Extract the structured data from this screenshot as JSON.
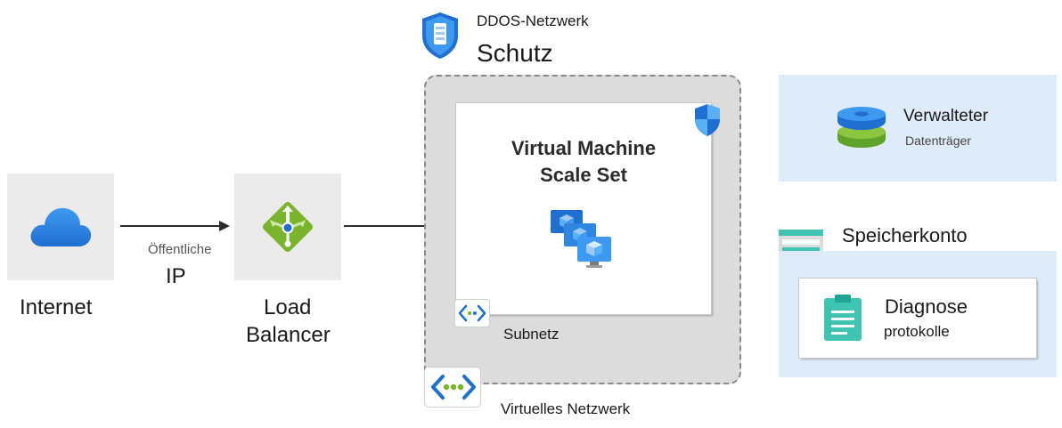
{
  "internet": {
    "label": "Internet",
    "icon": "cloud-icon"
  },
  "public_ip": {
    "line1": "Öffentliche",
    "line2": "IP"
  },
  "load_balancer": {
    "line1": "Load",
    "line2": "Balancer",
    "icon": "load-balancer-icon"
  },
  "ddos": {
    "line1": "DDOS-Netzwerk",
    "line2": "Schutz",
    "icon": "ddos-shield-icon"
  },
  "vmss": {
    "line1": "Virtual Machine",
    "line2": "Scale Set",
    "icon": "virtual-machines-icon"
  },
  "subnet": {
    "label": "Subnetz",
    "icon": "subnet-icon"
  },
  "vnet": {
    "label": "Virtuelles Netzwerk",
    "icon": "virtual-network-icon"
  },
  "managed_disk": {
    "line1": "Verwalteter",
    "line2": "Datenträger",
    "icon": "disk-icon"
  },
  "storage": {
    "label": "Speicherkonto",
    "icon": "storage-account-icon"
  },
  "diagnostics": {
    "line1": "Diagnose",
    "line2": "protokolle",
    "icon": "clipboard-icon"
  },
  "colors": {
    "tile_gray": "#ebebeb",
    "vnet_gray": "#dcdcdc",
    "light_blue": "#deecf9",
    "azure_blue": "#0078d4",
    "lb_green": "#7ab32e",
    "disk_green": "#5ea32a",
    "teal": "#3fc4b1"
  }
}
